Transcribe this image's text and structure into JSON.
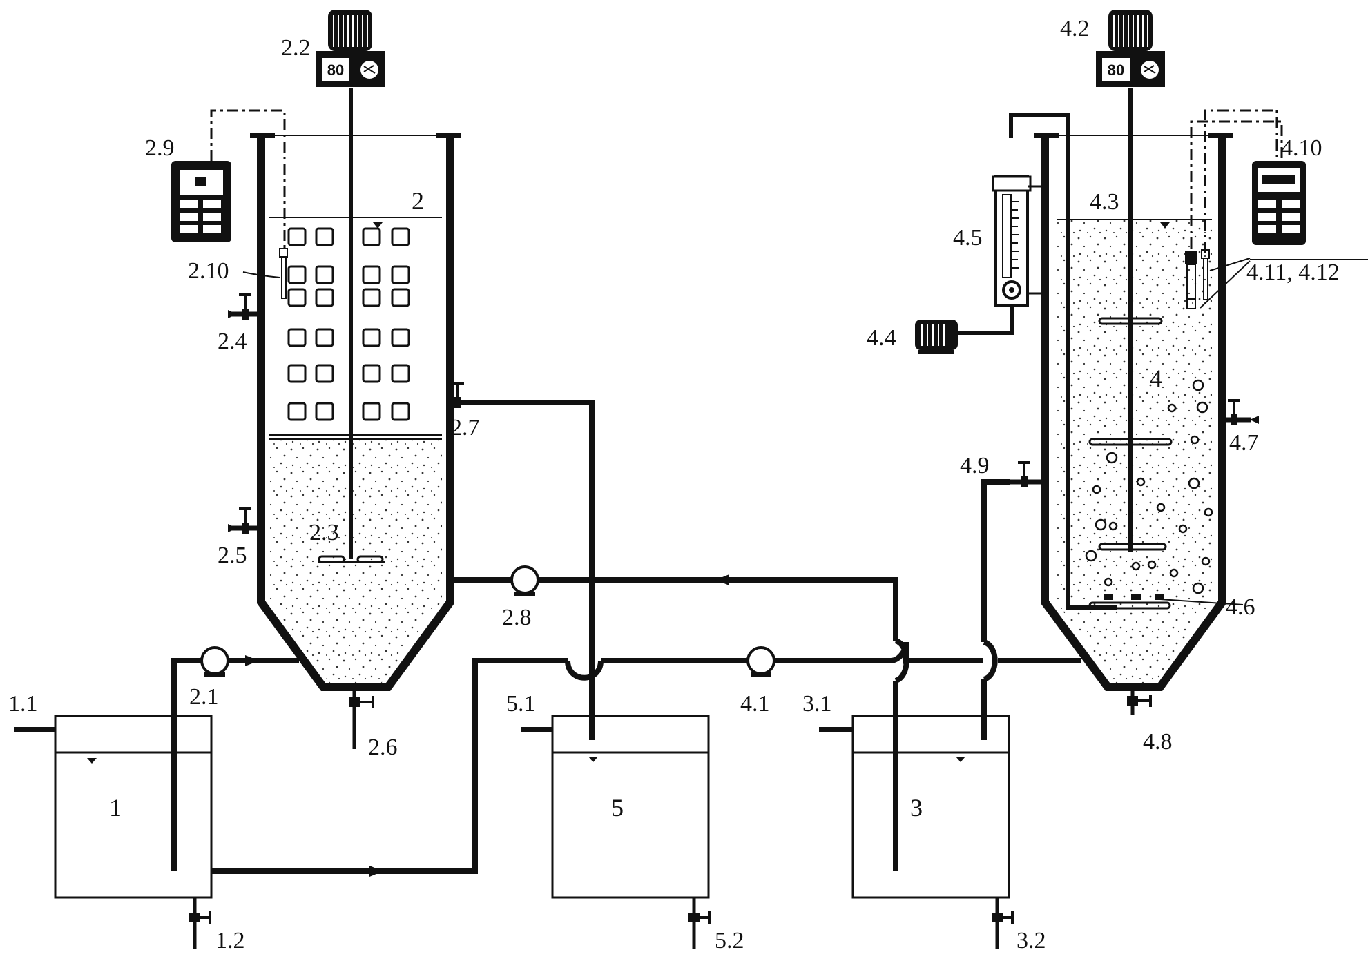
{
  "diagram": {
    "tanks": [
      {
        "id": "tank1",
        "label": "1",
        "inlet_label": "1.1",
        "outlet_label": "1.2"
      },
      {
        "id": "tank5",
        "label": "5",
        "inlet_label": "5.1",
        "outlet_label": "5.2"
      },
      {
        "id": "tank3",
        "label": "3",
        "inlet_label": "3.1",
        "outlet_label": "3.2"
      }
    ],
    "reactor_left": {
      "label": "2",
      "motor_label": "2.2",
      "motor_display": "80",
      "impeller_label": "2.3",
      "valve_labels": [
        "2.4",
        "2.5",
        "2.6",
        "2.7"
      ],
      "pump_label": "2.8",
      "controller_label": "2.9",
      "probe_label": "2.10"
    },
    "reactor_right": {
      "label": "4",
      "motor_label": "4.2",
      "motor_display": "80",
      "shaft_label": "4.3",
      "blower_label": "4.4",
      "flowmeter_label": "4.5",
      "diffuser_label": "4.6",
      "valve_labels": [
        "4.7",
        "4.8",
        "4.9"
      ],
      "controller_label": "4.10",
      "probes_label": "4.11, 4.12"
    },
    "pumps": [
      {
        "id": "p21",
        "label": "2.1"
      },
      {
        "id": "p41",
        "label": "4.1"
      }
    ],
    "colors": {
      "line": "#111111",
      "background": "#ffffff",
      "dots": "#333333"
    }
  }
}
